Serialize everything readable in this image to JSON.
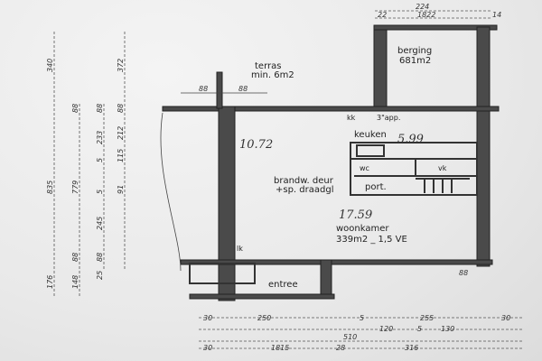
{
  "rooms": {
    "terras": {
      "name": "terras",
      "area": "min. 6m2"
    },
    "berging": {
      "name": "berging",
      "area": "681m2"
    },
    "keuken": {
      "name": "keuken",
      "area": "5.99"
    },
    "kk": "kk",
    "opp": "3\"app.",
    "wc": "wc",
    "vk": "vk",
    "port": "port.",
    "door_note_1": "brandw. deur",
    "door_note_2": "+sp. draadgl",
    "living_area_hand": "10.72",
    "woonkamer": {
      "name": "woonkamer",
      "hand_area": "17.59",
      "area": "339m2 _ 1,5 VE"
    },
    "lk": "lk",
    "entree": "entree"
  },
  "dimensions": {
    "top": [
      "224",
      "22",
      "1822",
      "14"
    ],
    "terras": [
      "88",
      "88"
    ],
    "right_lower": "88",
    "bottom_row1": [
      "30",
      "250",
      "5",
      "255",
      "30"
    ],
    "bottom_row2": [
      "120",
      "5",
      "130"
    ],
    "bottom_total": "510",
    "bottom_row3": [
      "30",
      "1815",
      "28",
      "316"
    ],
    "left_col1": [
      "340",
      "835",
      "176"
    ],
    "left_col2": [
      "88",
      "779",
      "88",
      "148"
    ],
    "left_col3": [
      "88",
      "233",
      "5",
      "5",
      "245",
      "88",
      "25"
    ],
    "left_col4": [
      "372",
      "88",
      "212",
      "115",
      "91"
    ]
  }
}
